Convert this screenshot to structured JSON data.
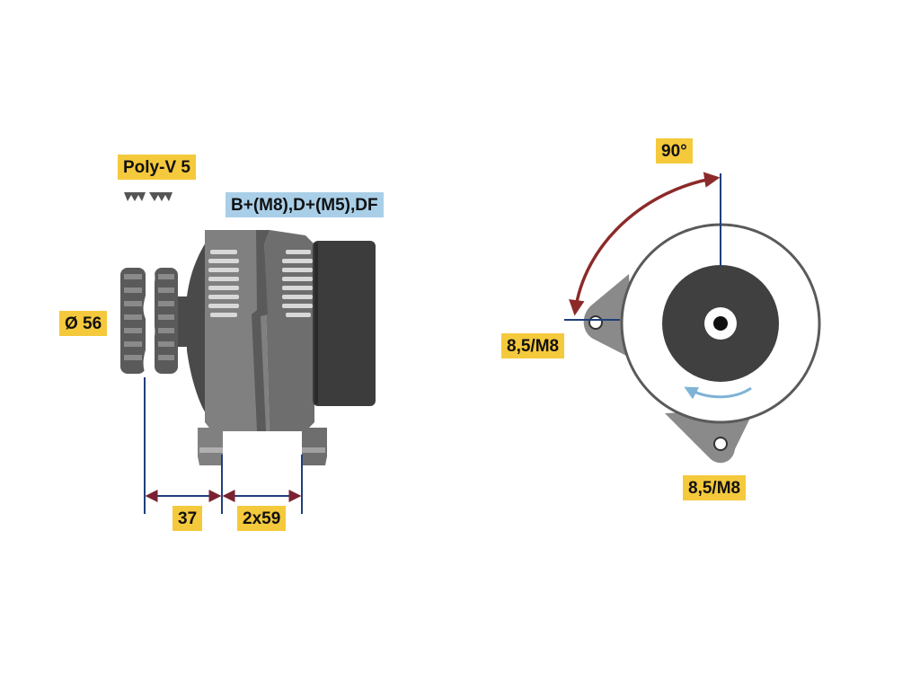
{
  "labels": {
    "belt": "Poly-V 5",
    "terminals": "B+(M8),D+(M5),DF",
    "pulley_diameter": "Ø 56",
    "dim_pulley_offset": "37",
    "dim_mount_spacing": "2x59",
    "angle": "90°",
    "mount_left": "8,5/M8",
    "mount_bottom": "8,5/M8"
  },
  "colors": {
    "label_yellow": "#f5c93c",
    "label_blue": "#a9cfe8",
    "dimension_line": "#1f3f7a",
    "arrow_red": "#8c2a2a",
    "body_gray": "#777777",
    "dark_gray": "#3c3c3c",
    "rotation_arrow": "#7fb3d6"
  },
  "icons": {
    "belt_profile": "poly-v-groove-icon",
    "rotation": "clockwise-rotation-arrow-icon"
  }
}
